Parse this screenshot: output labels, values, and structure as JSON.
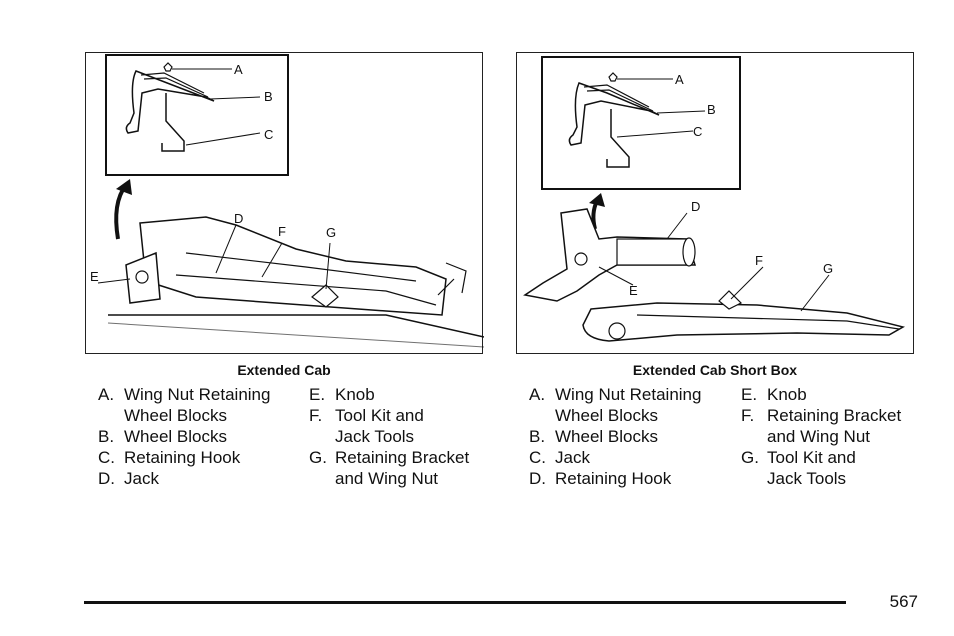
{
  "figures": [
    {
      "caption": "Extended Cab",
      "callouts": [
        "A",
        "B",
        "C",
        "D",
        "E",
        "F",
        "G"
      ],
      "legend_left": [
        {
          "letter": "A.",
          "text": "Wing Nut Retaining\nWheel Blocks"
        },
        {
          "letter": "B.",
          "text": "Wheel Blocks"
        },
        {
          "letter": "C.",
          "text": "Retaining Hook"
        },
        {
          "letter": "D.",
          "text": "Jack"
        }
      ],
      "legend_right": [
        {
          "letter": "E.",
          "text": "Knob"
        },
        {
          "letter": "F.",
          "text": "Tool Kit and\nJack Tools"
        },
        {
          "letter": "G.",
          "text": "Retaining Bracket\nand Wing Nut"
        }
      ]
    },
    {
      "caption": "Extended Cab Short Box",
      "callouts": [
        "A",
        "B",
        "C",
        "D",
        "E",
        "F",
        "G"
      ],
      "legend_left": [
        {
          "letter": "A.",
          "text": "Wing Nut Retaining\nWheel Blocks"
        },
        {
          "letter": "B.",
          "text": "Wheel Blocks"
        },
        {
          "letter": "C.",
          "text": "Jack"
        },
        {
          "letter": "D.",
          "text": "Retaining Hook"
        }
      ],
      "legend_right": [
        {
          "letter": "E.",
          "text": "Knob"
        },
        {
          "letter": "F.",
          "text": "Retaining Bracket\nand Wing Nut"
        },
        {
          "letter": "G.",
          "text": "Tool Kit and\nJack Tools"
        }
      ]
    }
  ],
  "page_number": "567"
}
